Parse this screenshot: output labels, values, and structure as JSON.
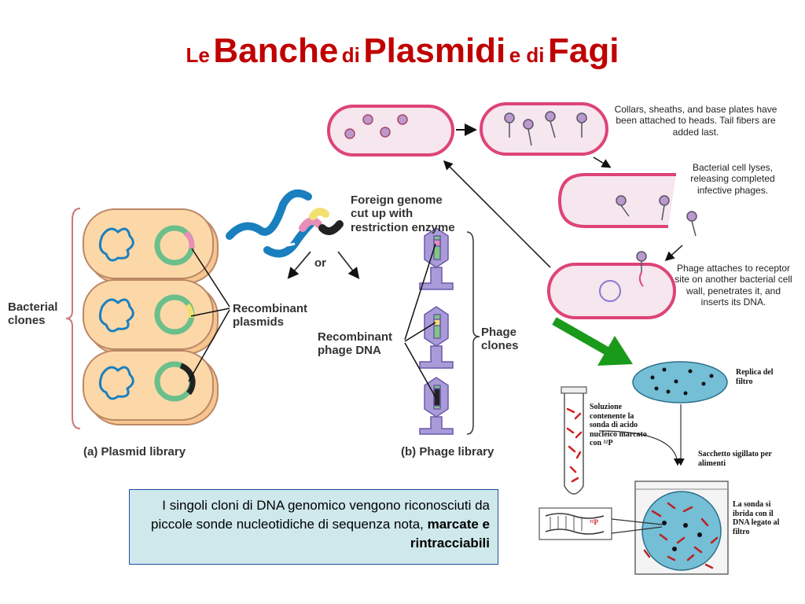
{
  "title": {
    "w1": "Le",
    "w2": "Banche",
    "w3": "di",
    "w4": "Plasmidi",
    "w5": "e di",
    "w6": "Fagi"
  },
  "colors": {
    "title": "#c00000",
    "note_bg": "#cfe8ec",
    "note_border": "#1f4e9a",
    "arrow": "#1a9a1a"
  },
  "left_figure": {
    "bacterial_clones": "Bacterial clones",
    "foreign_genome": "Foreign genome cut up with restriction enzyme",
    "or": "or",
    "recombinant_plasmids": "Recombinant plasmids",
    "recombinant_phage_dna": "Recombinant phage DNA",
    "phage_clones": "Phage clones",
    "plasmid_library": "(a) Plasmid library",
    "phage_library": "(b) Phage library"
  },
  "phage_cycle": {
    "caption1": "Collars, sheaths, and base plates have been attached to heads. Tail fibers are added last.",
    "caption2": "Bacterial cell lyses, releasing completed infective phages.",
    "caption3": "Phage attaches to receptor site on another bacterial cell wall, penetrates it, and inserts its DNA."
  },
  "hybrid_figure": {
    "replica": "Replica del filtro",
    "soluzione": "Soluzione contenente la sonda di acido nucleico marcato con ³²P",
    "sacchetto": "Sacchetto sigillato per alimenti",
    "sonda": "La sonda si ibrida con il DNA legato al filtro",
    "p32": "³²P"
  },
  "note": {
    "text": "I singoli cloni di DNA genomico vengono riconosciuti da piccole sonde nucleotidiche di sequenza nota,",
    "bold": "marcate e rintracciabili"
  }
}
